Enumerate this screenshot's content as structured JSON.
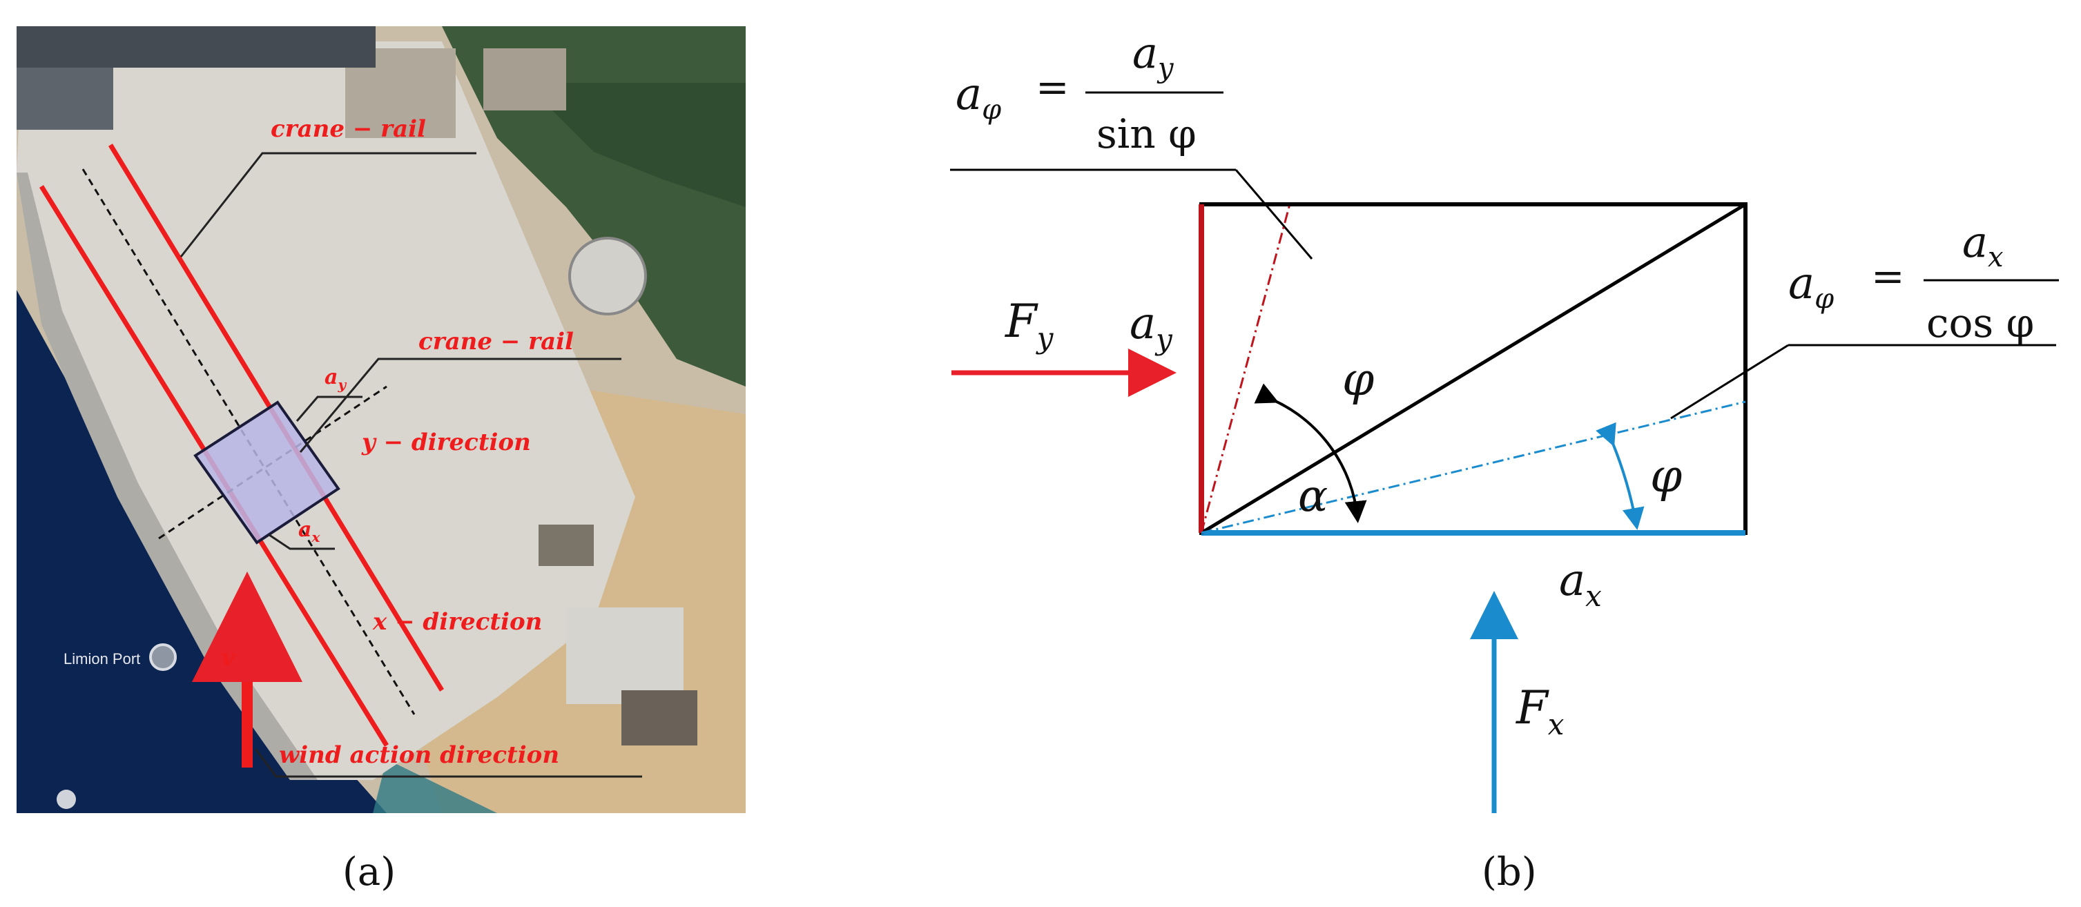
{
  "panel_a": {
    "caption": "(a)",
    "labels": {
      "crane_rail_1": "crane − rail",
      "crane_rail_2": "crane − rail",
      "a_y": "a",
      "a_y_sub": "y",
      "y_direction": "y − direction",
      "a_x": "a",
      "a_x_sub": "x",
      "x_direction": "x − direction",
      "v": "v",
      "wind": "wind action direction",
      "map_place": "Limion Port"
    },
    "colors": {
      "rail": "#ee1c1c",
      "sea": "#0c2452",
      "land": "#b9b1a5",
      "box": "#b9b6e6"
    }
  },
  "panel_b": {
    "caption": "(b)",
    "formula_top": {
      "lhs": "a",
      "lhs_sub": "φ",
      "eq": "=",
      "num": "a",
      "num_sub": "y",
      "den": "sin φ"
    },
    "formula_right": {
      "lhs": "a",
      "lhs_sub": "φ",
      "eq": "=",
      "num": "a",
      "num_sub": "x",
      "den": "cos φ"
    },
    "label_ay": "a",
    "label_ay_sub": "y",
    "label_ax": "a",
    "label_ax_sub": "x",
    "label_Fy": "F",
    "label_Fy_sub": "y",
    "label_Fx": "F",
    "label_Fx_sub": "x",
    "label_phi_1": "φ",
    "label_phi_2": "φ",
    "label_alpha": "α",
    "colors": {
      "red": "#e8202a",
      "blue": "#1a8ccd",
      "black": "#000000"
    }
  }
}
